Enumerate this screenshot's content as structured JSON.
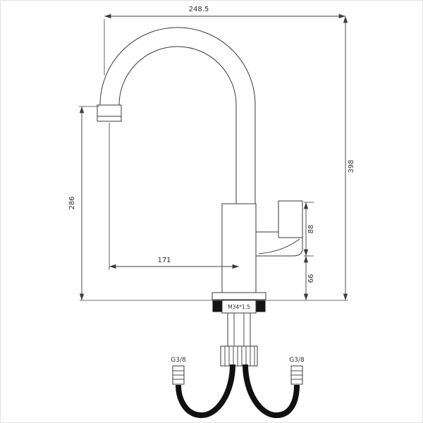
{
  "drawing": {
    "subject": "kitchen-faucet-technical-drawing",
    "dims": {
      "top_width": "248.5",
      "total_height": "398",
      "left_height": "286",
      "reach": "171",
      "upper_right": "88",
      "lower_right": "66"
    },
    "labels": {
      "thread": "M34*1.5",
      "hose_left": "G3/8",
      "hose_right": "G3/8"
    }
  }
}
